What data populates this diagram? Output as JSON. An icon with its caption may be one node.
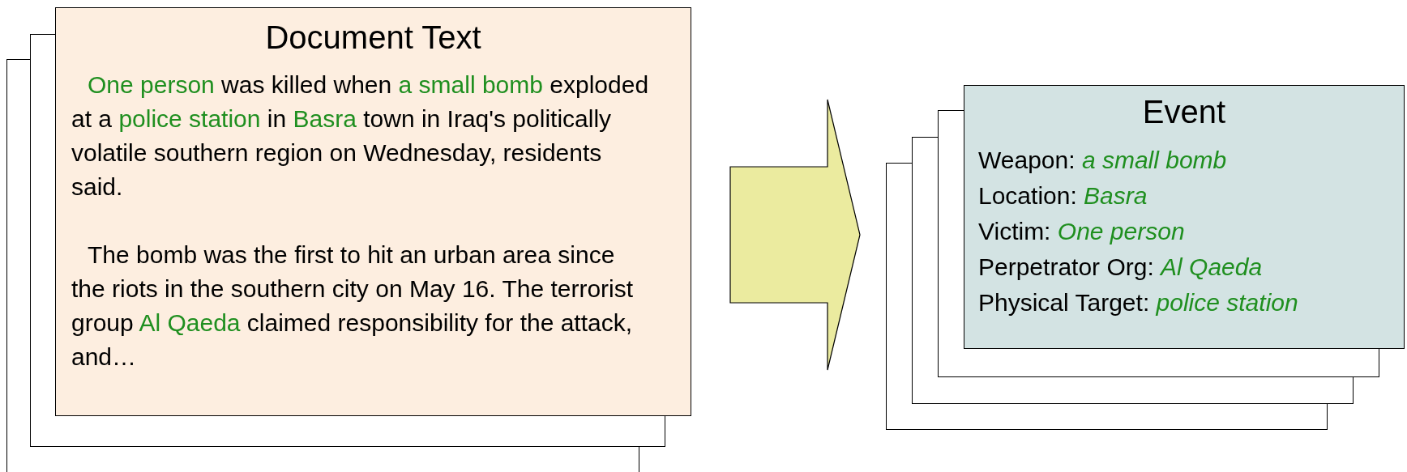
{
  "diagram": {
    "nodes": [
      {
        "text": [
          "Document Text",
          "**One person** was killed when **a small bomb** exploded at a **police station** in **Basra** town in Iraq's politically volatile southern region on Wednesday, residents said.",
          "The bomb was the first to hit an urban area since the riots in the southern city on May 16. The terrorist group **Al Qaeda** claimed responsibility for the attack, and…"
        ]
      },
      {
        "text": [],
        "shape": "box"
      },
      {
        "text": [],
        "shape": "box"
      },
      {
        "text": [
          "Event",
          "Weapon: *a small bomb*",
          "Location: *Basra*",
          "Victim: *One person*",
          "Perpetrator Org: *Al Qaeda*",
          "Physical Target: *police station*"
        ]
      },
      {
        "text": [],
        "shape": "box"
      },
      {
        "text": [],
        "shape": "box"
      },
      {
        "text": [],
        "shape": "box"
      }
    ],
    "edges": [
      {
        "from": 0,
        "to": 3,
        "arrow": "to"
      }
    ]
  }
}
